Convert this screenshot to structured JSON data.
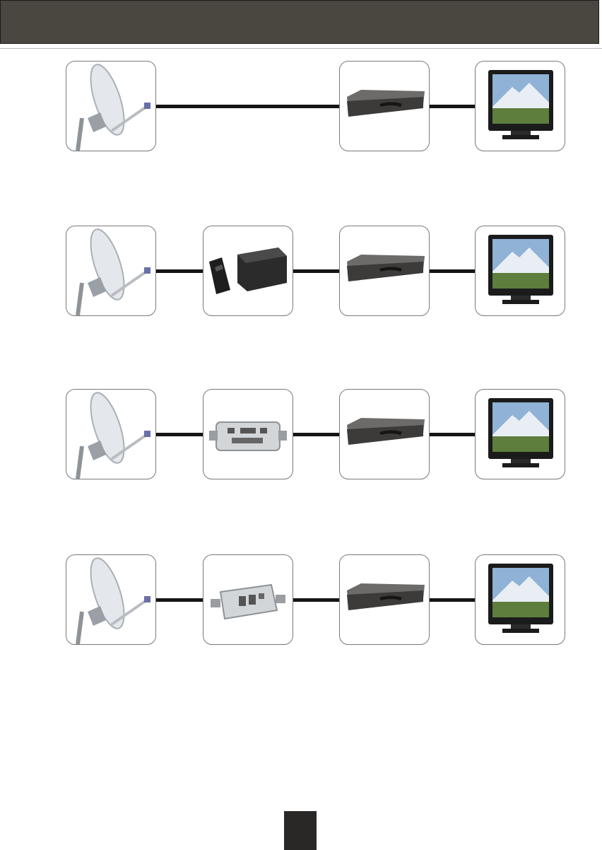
{
  "header": {
    "color": "#4a4640"
  },
  "page_tab": {
    "color": "#2a2826"
  },
  "diagram": {
    "rows": [
      {
        "devices": [
          "satellite-dish",
          "set-top-receiver",
          "lcd-monitor"
        ]
      },
      {
        "devices": [
          "satellite-dish",
          "remote-and-box",
          "set-top-receiver",
          "lcd-monitor"
        ]
      },
      {
        "devices": [
          "satellite-dish",
          "inline-meter",
          "set-top-receiver",
          "lcd-monitor"
        ]
      },
      {
        "devices": [
          "satellite-dish",
          "inline-meter",
          "set-top-receiver",
          "lcd-monitor"
        ]
      }
    ]
  }
}
